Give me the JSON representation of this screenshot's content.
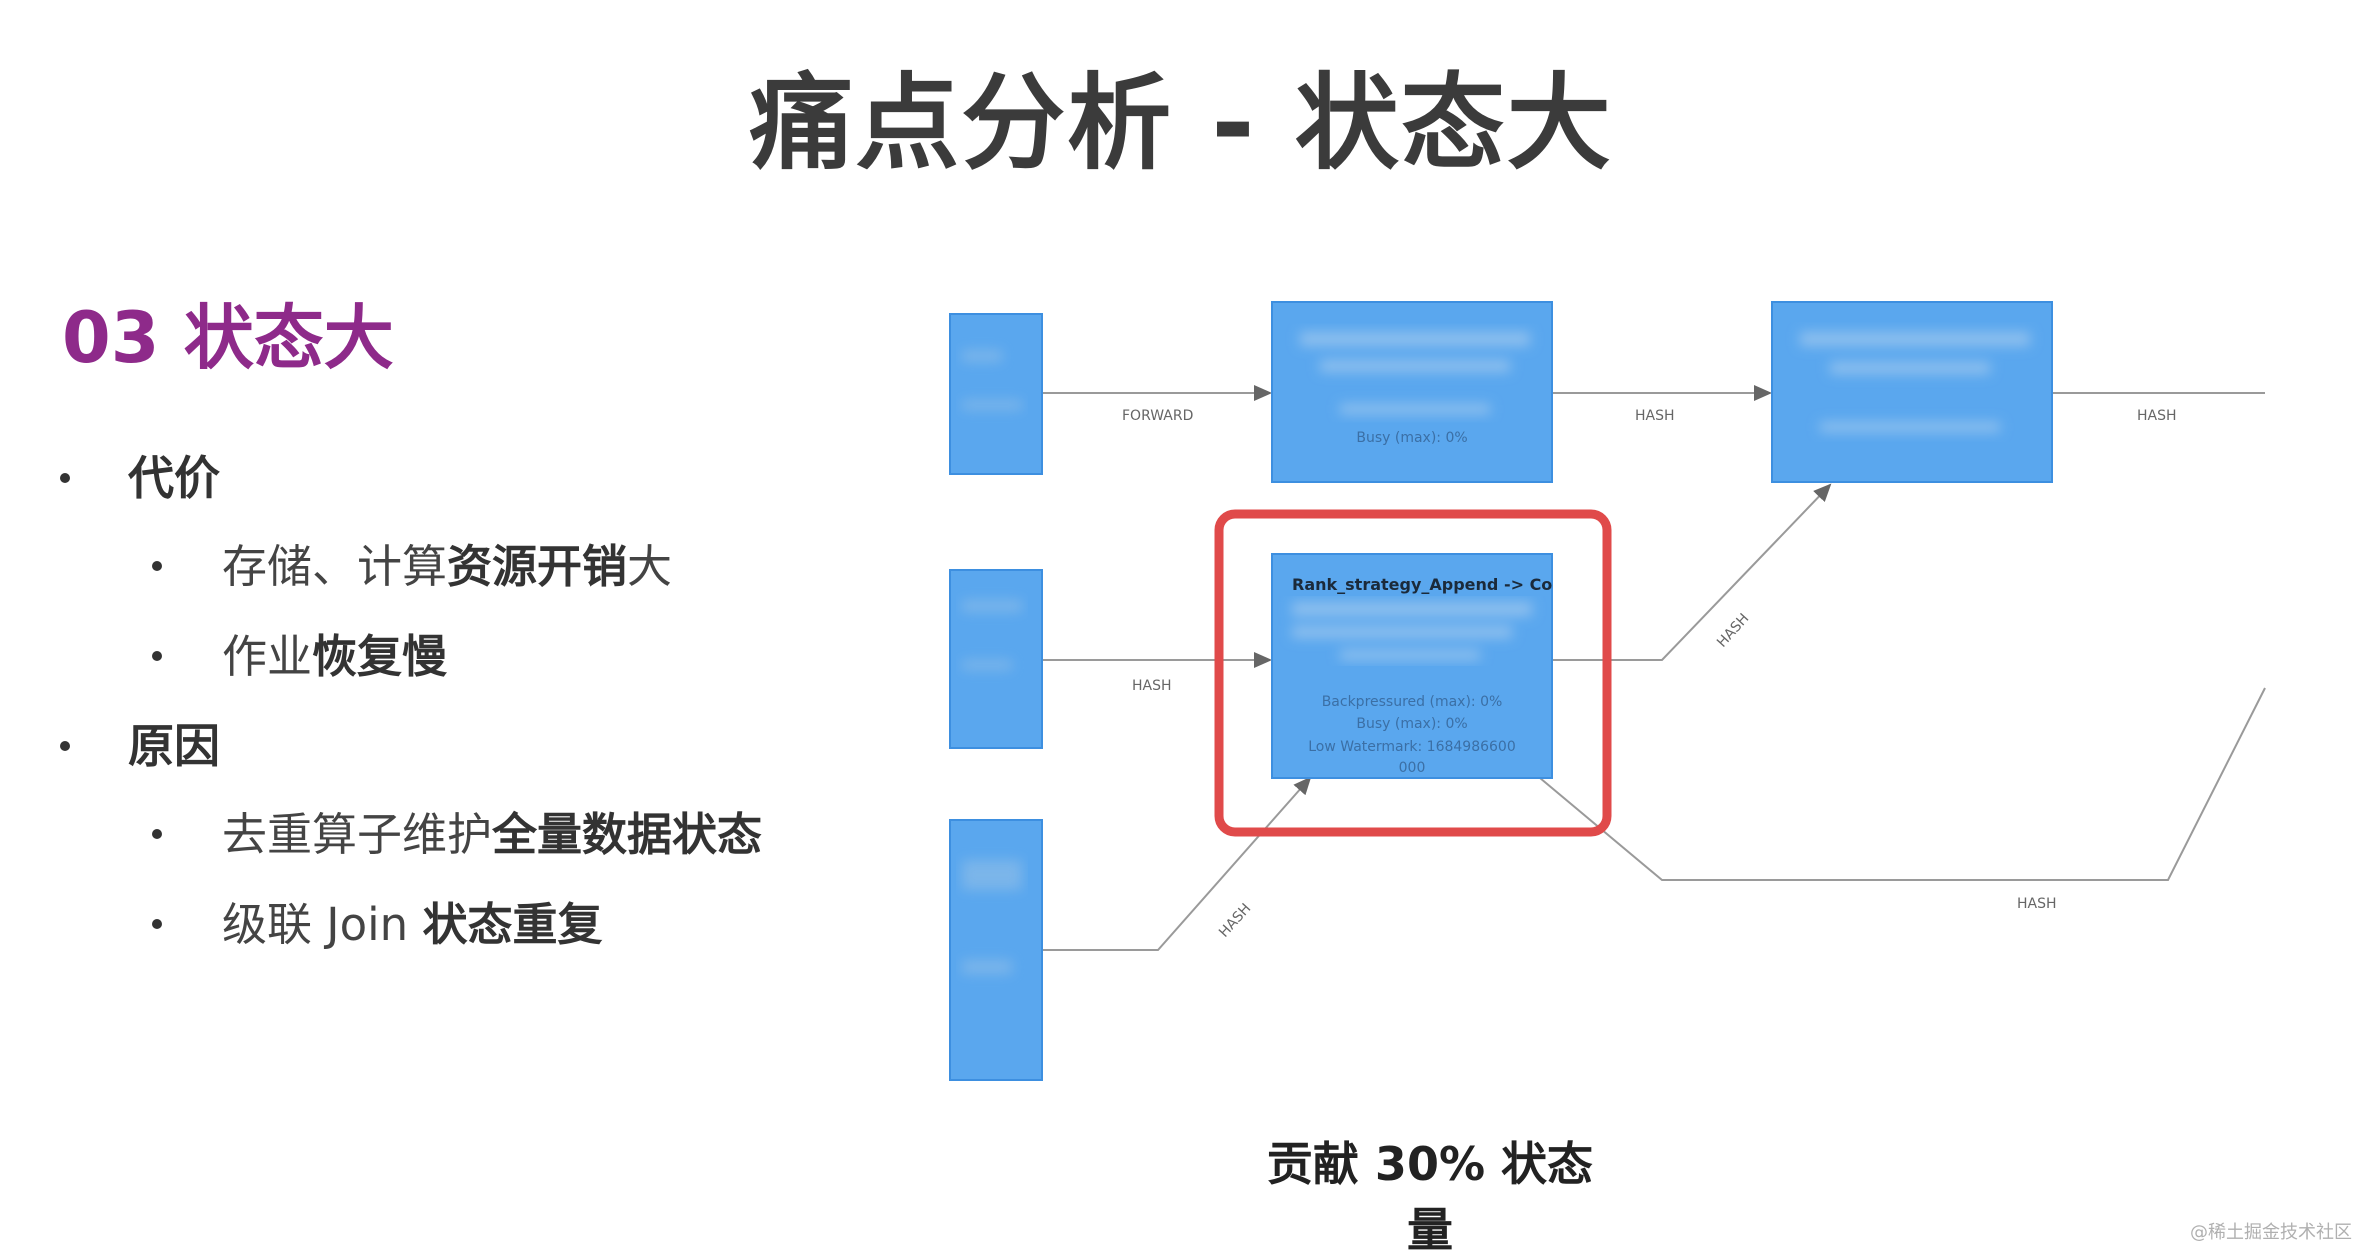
{
  "title": "痛点分析 - 状态大",
  "section": {
    "heading": "03 状态大"
  },
  "bullets": {
    "cost": {
      "label": "代价",
      "items": [
        {
          "normal": "存储、计算",
          "bold": "资源开销",
          "tail": "大"
        },
        {
          "normal": "作业",
          "bold": "恢复慢",
          "tail": ""
        }
      ]
    },
    "cause": {
      "label": "原因",
      "items": [
        {
          "normal": "去重算子维护",
          "bold": "全量数据状态",
          "tail": ""
        },
        {
          "normal": "级联 Join ",
          "bold": "状态重复",
          "tail": ""
        }
      ]
    }
  },
  "diagram": {
    "highlight_node": {
      "name": "Rank_strategy_Append -> Co",
      "backpressured": "Backpressured (max): 0%",
      "busy": "Busy (max): 0%",
      "watermark": "Low Watermark: 1684986600",
      "watermark_cont": "000"
    },
    "top_node_busy": "Busy (max): 0%",
    "edges": {
      "forward": "FORWARD",
      "hash": "HASH"
    },
    "colors": {
      "node_fill": "#5aa7ee",
      "node_border": "#3d8fe0",
      "highlight_border": "#e04a4a",
      "edge": "#9a9a9a"
    }
  },
  "caption": "贡献 30% 状态量",
  "watermark": "@稀土掘金技术社区"
}
